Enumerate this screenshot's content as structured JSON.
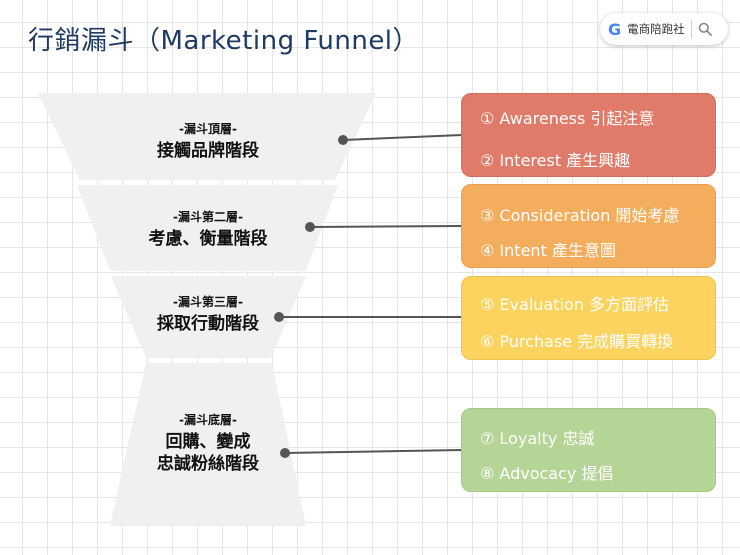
{
  "title": "行銷漏斗（Marketing Funnel）",
  "search_widget": {
    "brand": "電商陪跑社"
  },
  "funnel": {
    "layers": [
      {
        "sub": "-漏斗頂層-",
        "main": [
          "接觸品牌階段"
        ]
      },
      {
        "sub": "-漏斗第二層-",
        "main": [
          "考慮、衡量階段"
        ]
      },
      {
        "sub": "-漏斗第三層-",
        "main": [
          "採取行動階段"
        ]
      },
      {
        "sub": "-漏斗底層-",
        "main": [
          "回購、變成",
          "忠誠粉絲階段"
        ]
      }
    ]
  },
  "stages": [
    {
      "items": [
        "① Awareness 引起注意",
        "② Interest 產生興趣"
      ],
      "color": "#e07b69"
    },
    {
      "items": [
        "③ Consideration 開始考慮",
        "④ Intent 產生意圖"
      ],
      "color": "#f3ad5c"
    },
    {
      "items": [
        "⑤ Evaluation 多方面評估",
        "⑥ Purchase 完成購買轉換"
      ],
      "color": "#fbd35e"
    },
    {
      "items": [
        "⑦ Loyalty 忠誠",
        "⑧ Advocacy 提倡"
      ],
      "color": "#b5d596"
    }
  ],
  "colors": {
    "funnel_fill": "#f0f0f0",
    "connector": "#555555",
    "title": "#1f3a63"
  }
}
